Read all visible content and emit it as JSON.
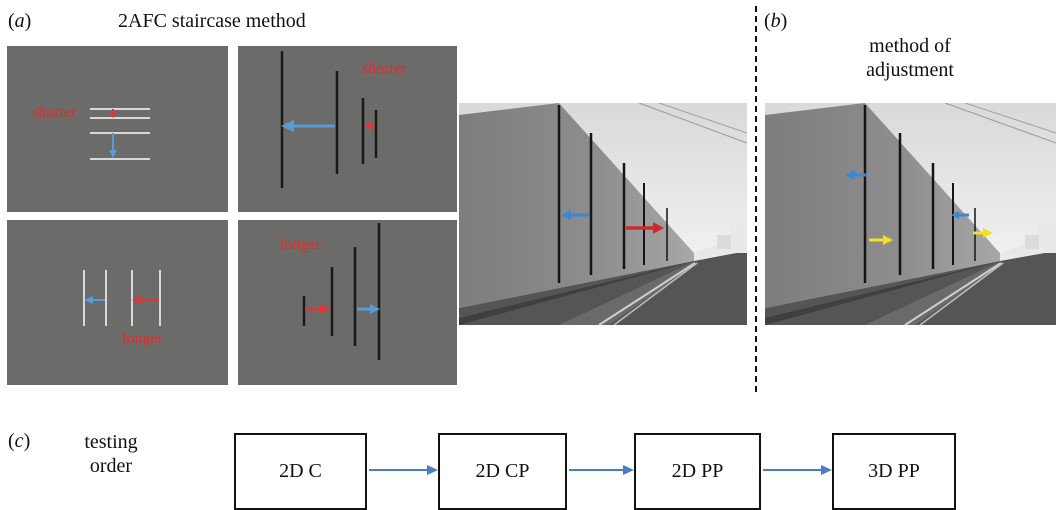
{
  "panel_a": {
    "label_open": "(",
    "label_letter": "a",
    "label_close": ")",
    "title": "2AFC staircase method",
    "stimuli": [
      {
        "word": "shorter"
      },
      {
        "word": "shorter"
      },
      {
        "word": "longer"
      },
      {
        "word": "longer"
      }
    ]
  },
  "panel_b": {
    "label_open": "(",
    "label_letter": "b",
    "label_close": ")",
    "title_line1": "method of",
    "title_line2": "adjustment"
  },
  "panel_c": {
    "label_open": "(",
    "label_letter": "c",
    "label_close": ")",
    "caption_line1": "testing",
    "caption_line2": "order",
    "steps": [
      "2D C",
      "2D CP",
      "2D PP",
      "3D PP"
    ]
  },
  "colors": {
    "stimulus_bg": "#6b6b69",
    "red_arrow": "#d43a36",
    "blue_arrow": "#5b9bd5",
    "yellow_arrow": "#f2e21a",
    "flow_arrow": "#4a7ec4"
  }
}
